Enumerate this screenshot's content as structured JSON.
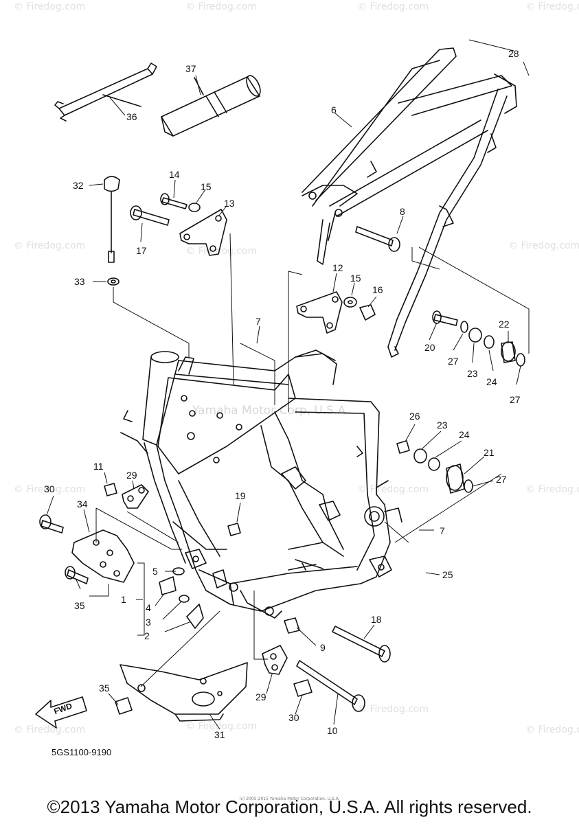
{
  "watermark": "© Firedog.com",
  "watermark_center": "Yamaha Motor Corp, U.S.A.",
  "diagram_code": "5GS1100-9190",
  "fwd_label": "FWD",
  "copyright": "©2013 Yamaha Motor Corporation, U.S.A. All rights reserved.",
  "copyright_small": "(c) 2005-2015 Yamaha Motor Corporation, U.S.A.",
  "parts": [
    {
      "n": "1"
    },
    {
      "n": "2"
    },
    {
      "n": "3"
    },
    {
      "n": "4"
    },
    {
      "n": "5"
    },
    {
      "n": "6"
    },
    {
      "n": "7"
    },
    {
      "n": "7"
    },
    {
      "n": "8"
    },
    {
      "n": "9"
    },
    {
      "n": "10"
    },
    {
      "n": "11"
    },
    {
      "n": "12"
    },
    {
      "n": "13"
    },
    {
      "n": "14"
    },
    {
      "n": "15"
    },
    {
      "n": "15"
    },
    {
      "n": "16"
    },
    {
      "n": "17"
    },
    {
      "n": "18"
    },
    {
      "n": "19"
    },
    {
      "n": "20"
    },
    {
      "n": "21"
    },
    {
      "n": "22"
    },
    {
      "n": "23"
    },
    {
      "n": "23"
    },
    {
      "n": "24"
    },
    {
      "n": "24"
    },
    {
      "n": "25"
    },
    {
      "n": "26"
    },
    {
      "n": "27"
    },
    {
      "n": "27"
    },
    {
      "n": "27"
    },
    {
      "n": "28"
    },
    {
      "n": "29"
    },
    {
      "n": "29"
    },
    {
      "n": "30"
    },
    {
      "n": "30"
    },
    {
      "n": "31"
    },
    {
      "n": "32"
    },
    {
      "n": "33"
    },
    {
      "n": "34"
    },
    {
      "n": "35"
    },
    {
      "n": "35"
    },
    {
      "n": "36"
    },
    {
      "n": "37"
    }
  ]
}
